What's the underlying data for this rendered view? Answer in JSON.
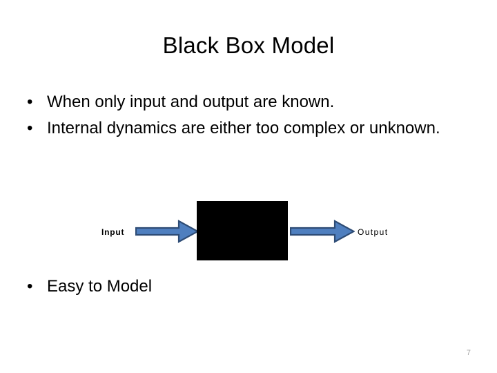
{
  "slide": {
    "title": "Black Box Model",
    "page_number": "7",
    "background_color": "#ffffff",
    "text_color": "#000000",
    "page_number_color": "#a6a6a6"
  },
  "bullets_top": [
    {
      "marker": "•",
      "text": "When only input and output are known.",
      "justified": false
    },
    {
      "marker": "•",
      "text": "Internal dynamics are either too complex or unknown.",
      "justified": true
    }
  ],
  "bullets_bottom": [
    {
      "marker": "•",
      "text": "Easy to Model",
      "justified": false
    }
  ],
  "diagram": {
    "input_label": "Input",
    "output_label": "Output",
    "box_color": "#000000",
    "arrow_fill": "#4F7FBF",
    "arrow_stroke": "#2E4C75",
    "left_arrow_icon": "right-arrow-icon",
    "right_arrow_icon": "right-arrow-icon",
    "box_icon": "black-box-shape"
  }
}
